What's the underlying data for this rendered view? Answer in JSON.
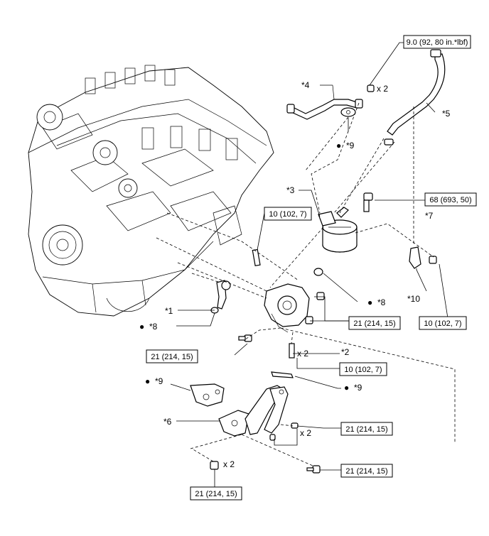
{
  "callouts": {
    "c1": "*1",
    "c2": "*2",
    "c3": "*3",
    "c4": "*4",
    "c5": "*5",
    "c6": "*6",
    "c7": "*7",
    "c8a": "*8",
    "c8b": "*8",
    "c9a": "*9",
    "c9b": "*9",
    "c9c": "*9",
    "c10": "*10"
  },
  "torque": {
    "t_top": "9.0 (92, 80 in.*lbf)",
    "t_68": "68 (693, 50)",
    "t_10a": "10 (102, 7)",
    "t_10b": "10 (102, 7)",
    "t_10c": "10 (102, 7)",
    "t_21a": "21 (214, 15)",
    "t_21b": "21 (214, 15)",
    "t_21c": "21 (214, 15)",
    "t_21d": "21 (214, 15)",
    "t_21e": "21 (214, 15)"
  },
  "quantities": {
    "q_top": "x 2",
    "q_stud": "x 2",
    "q_bracket": "x 2",
    "q_bottom": "x 2"
  },
  "bullet": "●"
}
